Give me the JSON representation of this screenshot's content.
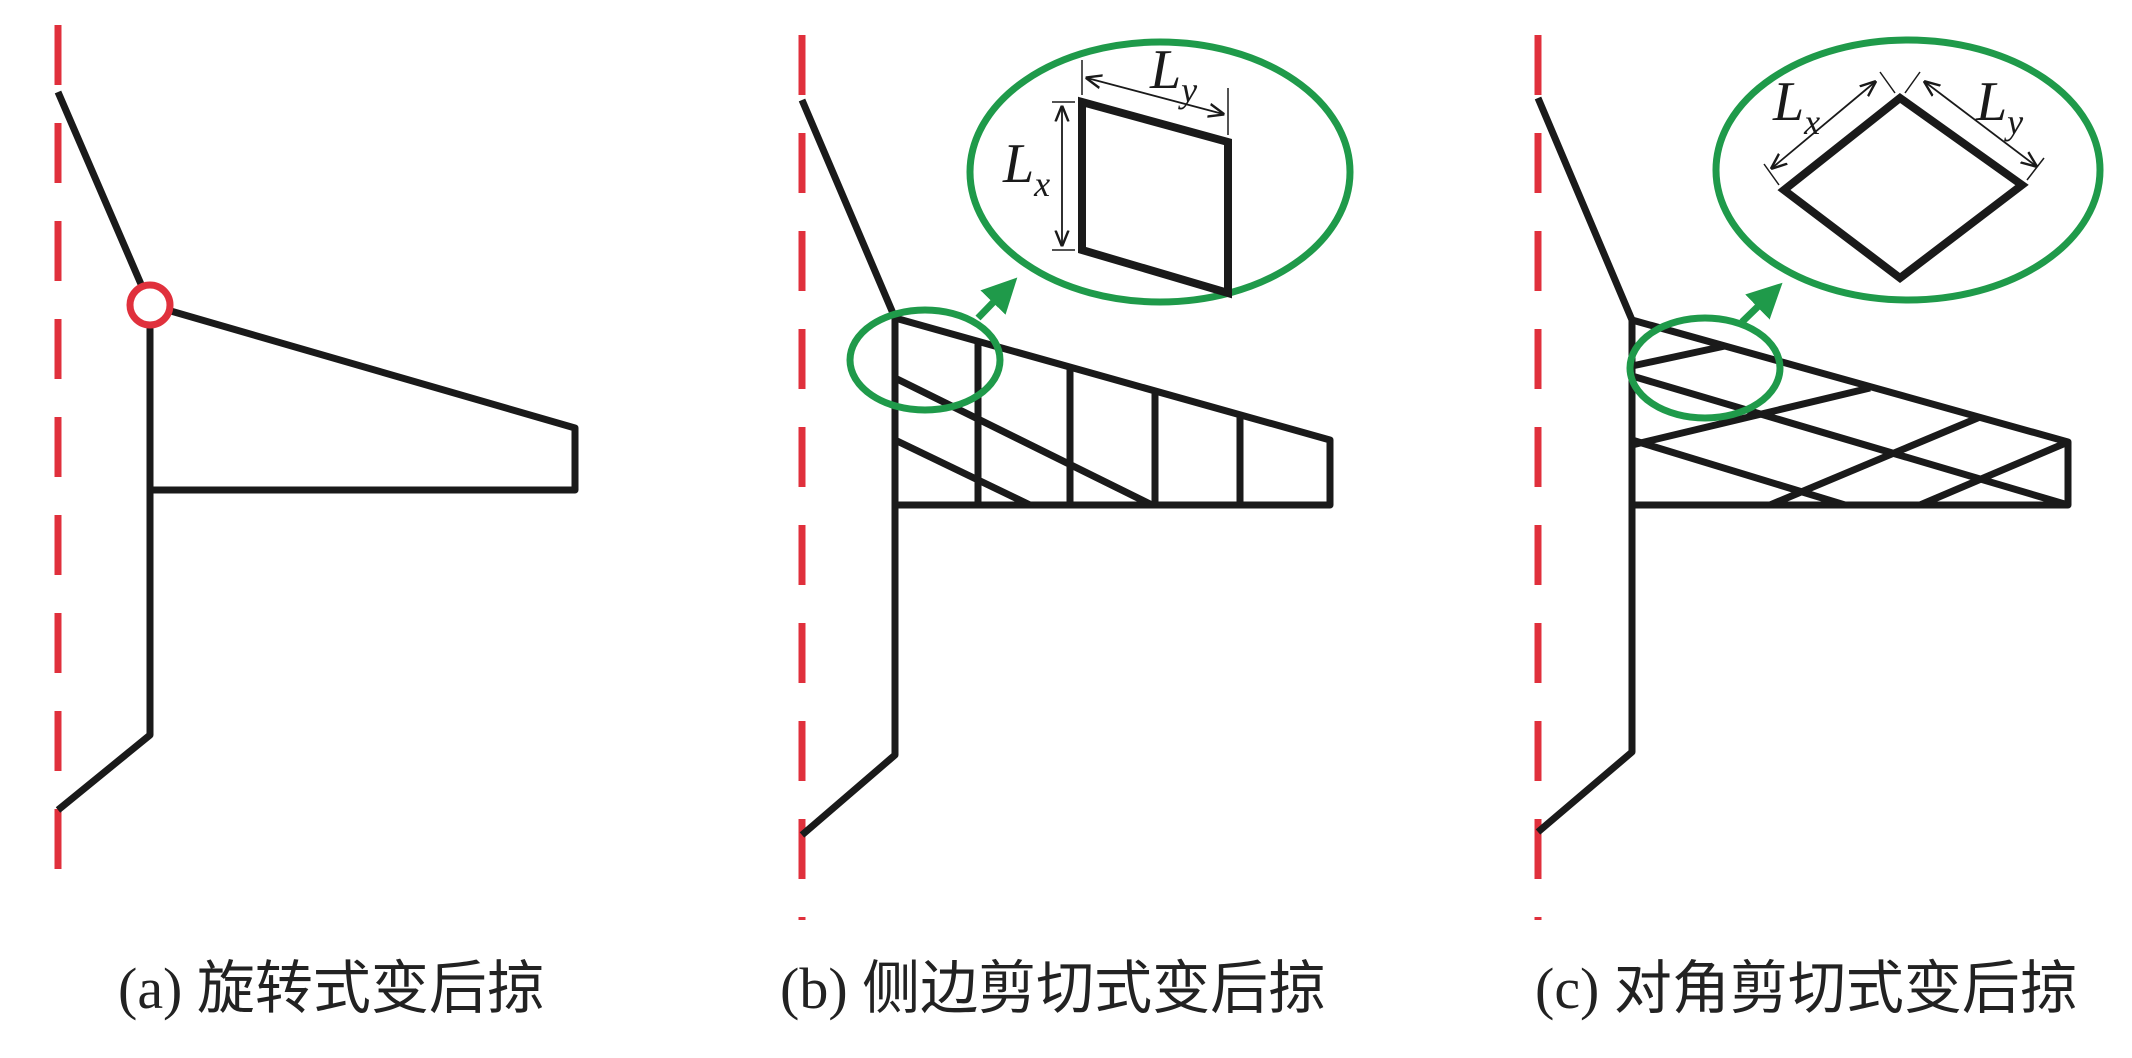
{
  "colors": {
    "stroke": "#1a1a1a",
    "axis": "#e0303c",
    "zoom": "#1f9a4a",
    "background": "#ffffff"
  },
  "panels": [
    {
      "id": "a",
      "caption": "(a) 旋转式变后掠",
      "marker": "pivot-circle"
    },
    {
      "id": "b",
      "caption": "(b) 侧边剪切式变后掠",
      "zoom": {
        "label_x": "L",
        "sub_x": "x",
        "label_y": "L",
        "sub_y": "y"
      }
    },
    {
      "id": "c",
      "caption": "(c) 对角剪切式变后掠",
      "zoom": {
        "label_x": "L",
        "sub_x": "x",
        "label_y": "L",
        "sub_y": "y"
      }
    }
  ]
}
